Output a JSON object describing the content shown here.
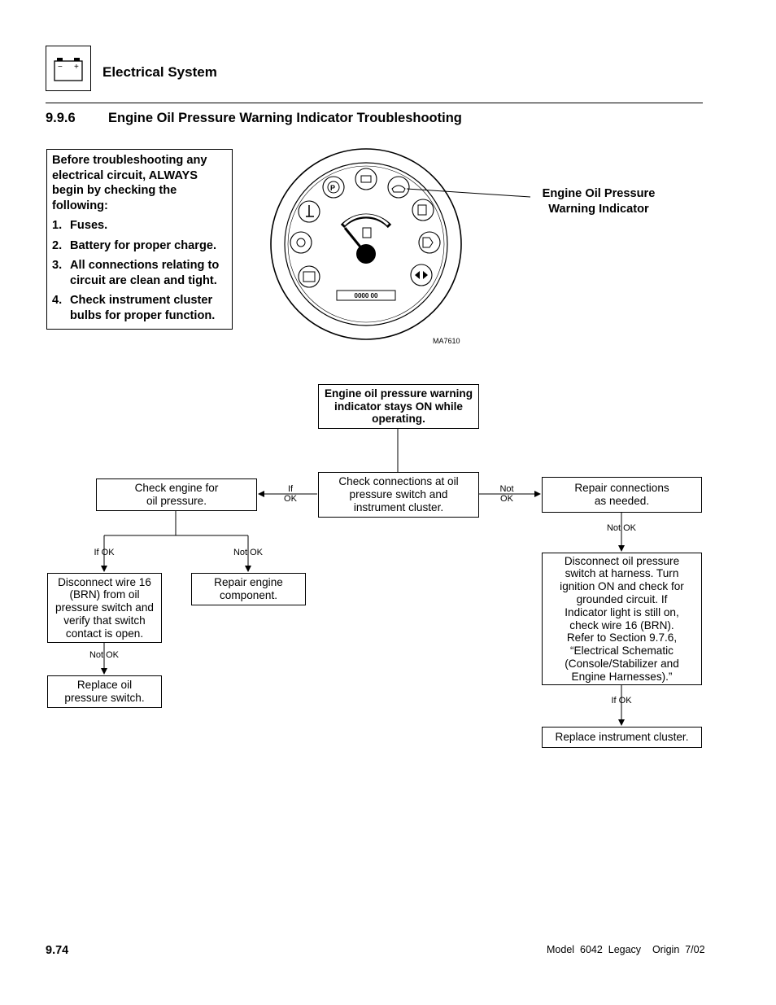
{
  "header": {
    "section_title": "Electrical System",
    "battery_minus": "−",
    "battery_plus": "+"
  },
  "subsection": {
    "number": "9.9.6",
    "title": "Engine Oil Pressure Warning Indicator Troubleshooting"
  },
  "note": {
    "intro": "Before troubleshooting any electrical circuit, ALWAYS begin by checking the following:",
    "items": [
      {
        "n": "1.",
        "text": "Fuses."
      },
      {
        "n": "2.",
        "text": "Battery for proper charge."
      },
      {
        "n": "3.",
        "text": "All connections relating to circuit are clean and tight."
      },
      {
        "n": "4.",
        "text": "Check instrument cluster bulbs for proper function."
      }
    ]
  },
  "figure": {
    "callout": "Engine Oil Pressure Warning Indicator",
    "hourmeter": "0000 00",
    "figure_id": "MA7610",
    "parking_letter": "P"
  },
  "flowchart": {
    "start": "Engine oil pressure warning indicator stays ON while operating.",
    "check_connections": "Check connections at oil pressure switch and instrument cluster.",
    "check_engine": "Check engine for oil pressure.",
    "repair_connections": "Repair connections as needed.",
    "disconnect_wire": "Disconnect wire 16 (BRN) from oil pressure switch and verify that switch contact is open.",
    "repair_engine": "Repair engine component.",
    "replace_switch": "Replace oil pressure switch.",
    "disconnect_harness": "Disconnect oil pressure switch at harness. Turn ignition ON and check for grounded circuit. If Indicator light is still on, check wire 16 (BRN). Refer to Section 9.7.6, “Electrical Schematic (Console/Stabilizer and Engine Harnesses).”",
    "replace_cluster": "Replace instrument cluster.",
    "labels": {
      "if_ok_left_1": "If",
      "if_ok_left_2": "OK",
      "not_ok_right_1": "Not",
      "not_ok_right_2": "OK",
      "if_ok": "If OK",
      "not_ok": "Not OK",
      "not_ok_bottom": "Not OK",
      "not_ok_right_col": "Not OK",
      "if_ok_right_col": "If OK"
    }
  },
  "footer": {
    "page_number": "9.74",
    "model_info": "Model  6042  Legacy    Origin  7/02"
  }
}
